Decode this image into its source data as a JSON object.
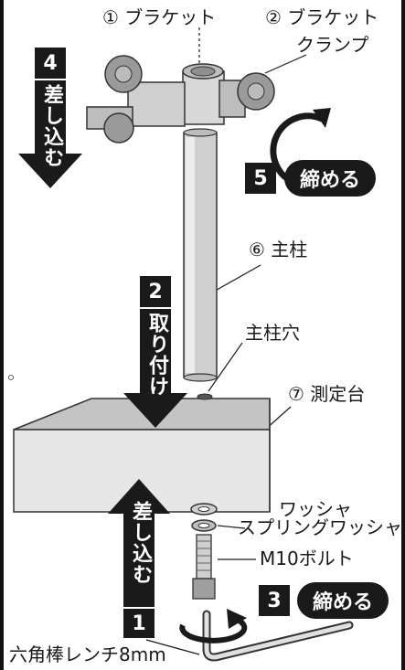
{
  "labels": {
    "bracket": "① ブラケット",
    "bracket_clamp_1": "② ブラケット",
    "bracket_clamp_2": "クランプ",
    "main_column": "⑥ 主柱",
    "column_hole": "主柱穴",
    "base": "⑦ 測定台",
    "washer": "ワッシャ",
    "spring_washer": "スプリングワッシャ",
    "bolt": "M10ボルト",
    "wrench": "六角棒レンチ8mm"
  },
  "steps": {
    "step1": {
      "num": "1"
    },
    "step2": {
      "num": "2",
      "text": "取り付け"
    },
    "step3": {
      "num": "3",
      "text": "締める"
    },
    "step4": {
      "num": "4",
      "text": "差し込む"
    },
    "step5": {
      "num": "5",
      "text": "締める"
    },
    "step1_text": "差し込む"
  },
  "colors": {
    "ink": "#1a1a1a",
    "metal": "#c9c9c9",
    "metal_dark": "#7d7d7d",
    "paper": "#ffffff"
  }
}
